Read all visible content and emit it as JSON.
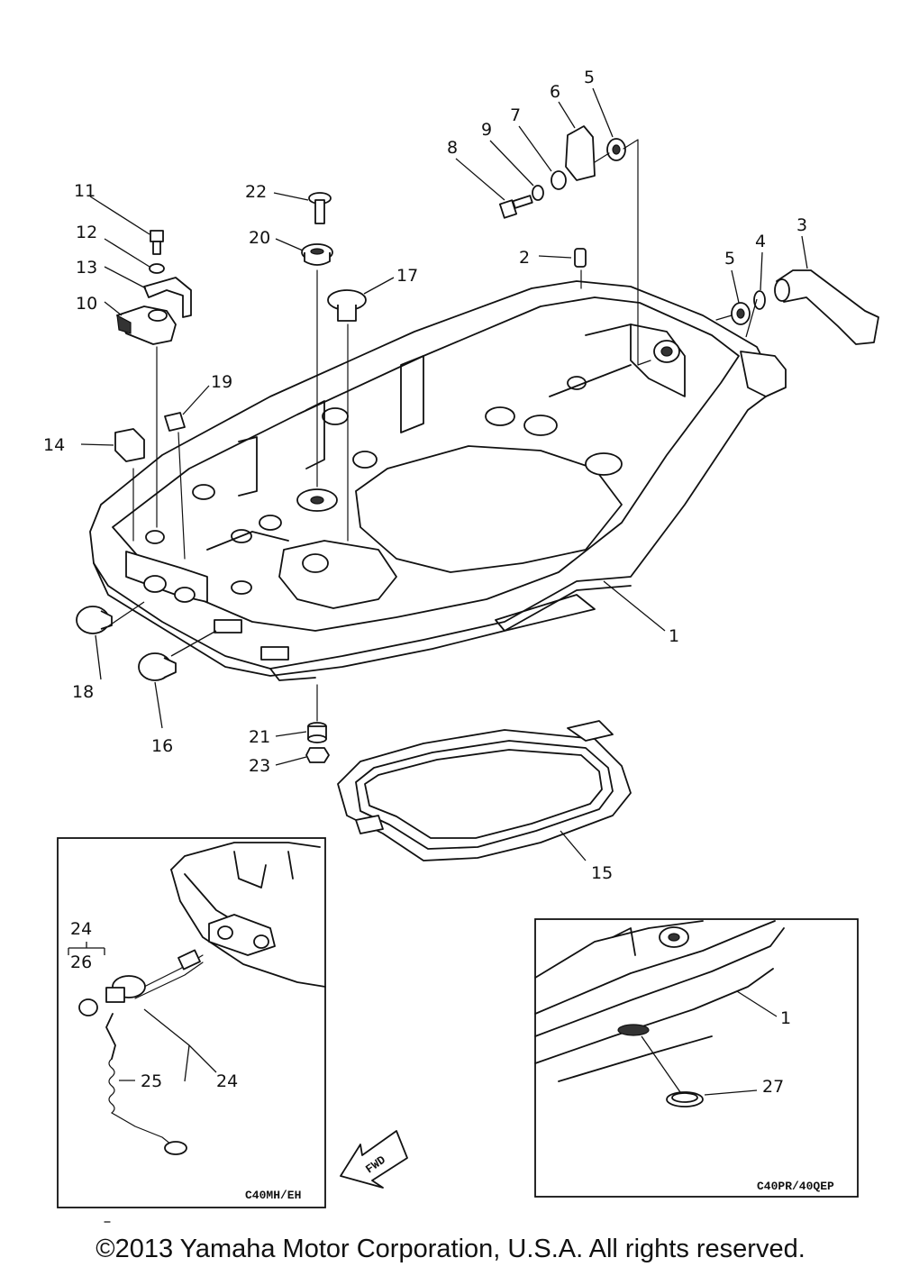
{
  "callouts": {
    "c1": "1",
    "c1b": "1",
    "c2": "2",
    "c3": "3",
    "c4": "4",
    "c5a": "5",
    "c5b": "5",
    "c6": "6",
    "c7": "7",
    "c8": "8",
    "c9": "9",
    "c10": "10",
    "c11": "11",
    "c12": "12",
    "c13": "13",
    "c14": "14",
    "c15": "15",
    "c16": "16",
    "c17": "17",
    "c18": "18",
    "c19": "19",
    "c20": "20",
    "c21": "21",
    "c22": "22",
    "c23": "23",
    "c24a": "24",
    "c24b": "24",
    "c25": "25",
    "c26": "26",
    "c27": "27"
  },
  "insets": {
    "left_code": "C40MH/EH",
    "right_code": "C40PR/40QEP"
  },
  "fwd_label": "FWD",
  "copyright": "©2013 Yamaha Motor Corporation, U.S.A. All rights reserved."
}
